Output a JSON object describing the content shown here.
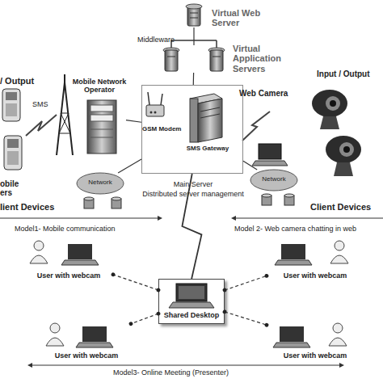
{
  "diagram": {
    "nodes": [
      {
        "text": [
          "Virtual Web Server"
        ]
      },
      {
        "text": [
          "Virtual Application Servers"
        ]
      },
      {
        "text": [
          "Mobile Network Operator"
        ]
      },
      {
        "text": [
          "Main Server",
          "Distributed server management"
        ]
      },
      {
        "text": [
          "GSM Modem"
        ],
        "in": 3
      },
      {
        "text": [
          "SMS Gateway"
        ],
        "in": 3
      },
      {
        "text": [
          "Network"
        ]
      },
      {
        "text": [
          "Network"
        ]
      },
      {
        "text": [
          "Shared Desktop"
        ]
      },
      {
        "text": [
          "User with webcam"
        ]
      },
      {
        "text": [
          "User with webcam"
        ]
      },
      {
        "text": [
          "User with webcam"
        ]
      },
      {
        "text": [
          "User with webcam"
        ]
      }
    ],
    "edges": [
      {
        "from": 0,
        "to": 1,
        "arrow": "none"
      },
      {
        "from": 1,
        "to": 3,
        "arrow": "none"
      },
      {
        "from": 2,
        "to": 3,
        "arrow": "none"
      },
      {
        "from": 3,
        "to": 6,
        "arrow": "none"
      },
      {
        "from": 3,
        "to": 7,
        "arrow": "none"
      },
      {
        "from": 3,
        "to": 8,
        "arrow": "none"
      },
      {
        "from": 8,
        "to": 9,
        "arrow": "none"
      },
      {
        "from": 8,
        "to": 10,
        "arrow": "none"
      },
      {
        "from": 8,
        "to": 11,
        "arrow": "none"
      },
      {
        "from": 8,
        "to": 12,
        "arrow": "none"
      }
    ],
    "labels": [
      "Middleware",
      "/ Output",
      "SMS",
      "Web Camera",
      "Input / Output",
      "obile ers",
      "lient Devices",
      "Client Devices",
      "Model1- Mobile communication",
      "Model 2- Web camera chatting in web",
      "Model3- Online Meeting (Presenter)"
    ]
  }
}
